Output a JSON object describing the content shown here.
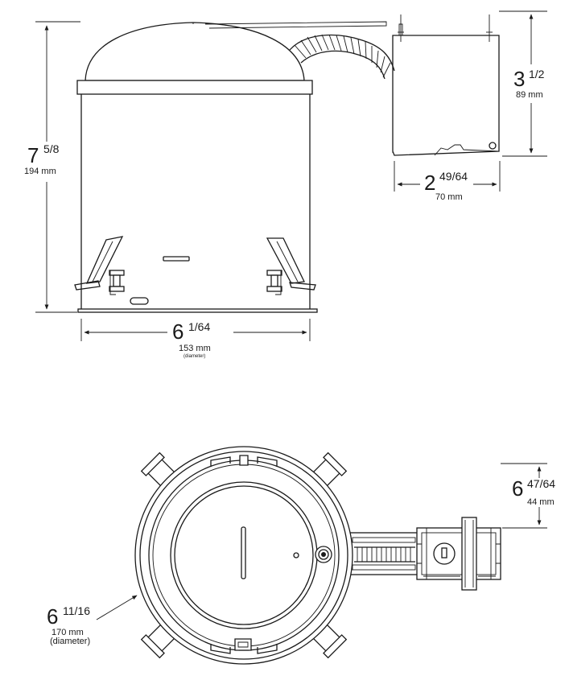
{
  "dimensions": {
    "height_total": {
      "whole": "7",
      "fraction": "5/8",
      "metric": "194 mm"
    },
    "junction_box_height": {
      "whole": "3",
      "fraction": "1/2",
      "metric": "89 mm"
    },
    "junction_box_width": {
      "whole": "2",
      "fraction": "49/64",
      "metric": "70 mm"
    },
    "housing_diameter": {
      "whole": "6",
      "fraction": "1/64",
      "metric": "153 mm",
      "note": "(diameter)"
    },
    "box_offset": {
      "whole": "6",
      "fraction": "47/64",
      "metric": "44 mm"
    },
    "flange_diameter": {
      "whole": "6",
      "fraction": "11/16",
      "metric": "170  mm",
      "note": "(diameter)"
    }
  },
  "colors": {
    "line": "#1a1a1a",
    "background": "#ffffff"
  }
}
